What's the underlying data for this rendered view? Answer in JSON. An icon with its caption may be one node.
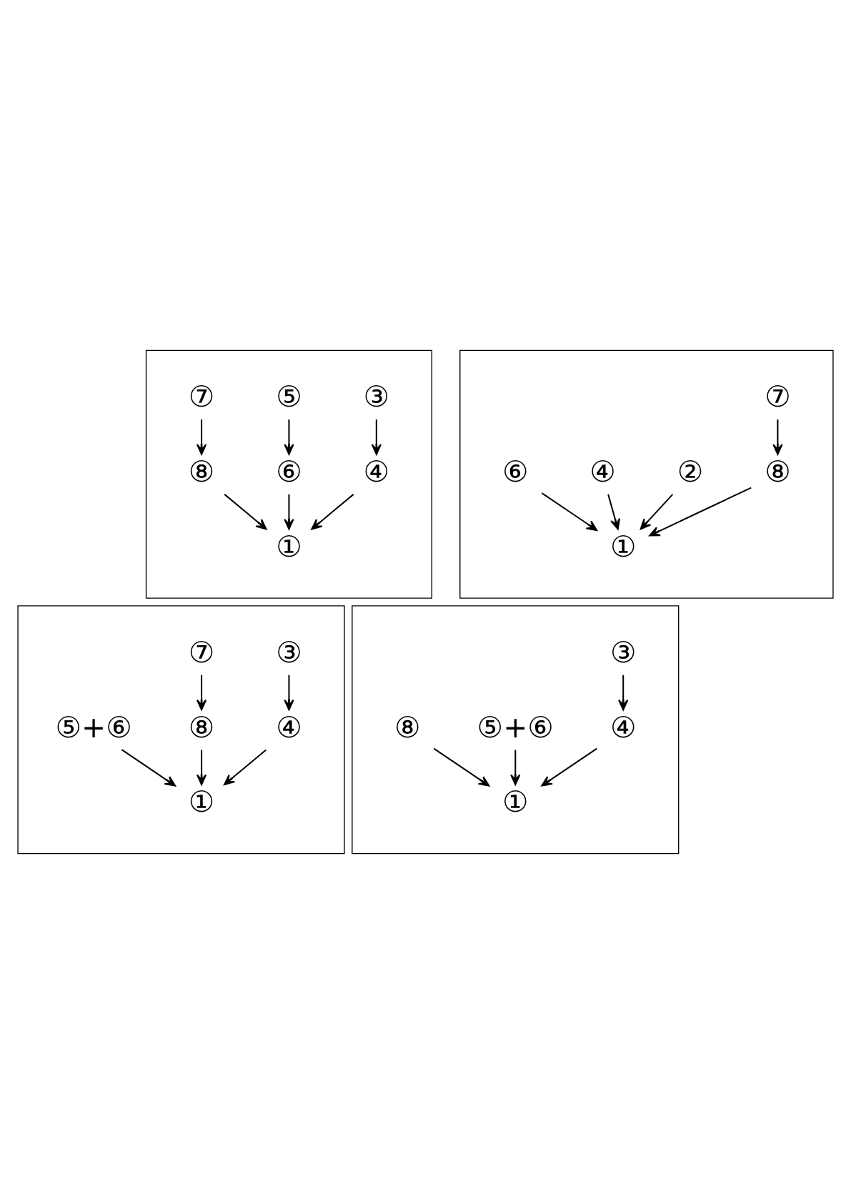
{
  "diagram": {
    "nodes": [
      {
        "text": [],
        "shape": "box"
      },
      {
        "text": [
          "③"
        ],
        "in": 0
      },
      {
        "text": [
          "⑤"
        ],
        "in": 0
      },
      {
        "text": [
          "⑦"
        ],
        "in": 0
      },
      {
        "text": [
          "④"
        ],
        "in": 0
      },
      {
        "text": [
          "⑥"
        ],
        "in": 0
      },
      {
        "text": [
          "⑧"
        ],
        "in": 0
      },
      {
        "text": [
          "①"
        ],
        "in": 0
      },
      {
        "text": [],
        "shape": "box"
      },
      {
        "text": [
          "⑦"
        ],
        "in": 8
      },
      {
        "text": [
          "②"
        ],
        "in": 8
      },
      {
        "text": [
          "④"
        ],
        "in": 8
      },
      {
        "text": [
          "⑥"
        ],
        "in": 8
      },
      {
        "text": [
          "⑧"
        ],
        "in": 8
      },
      {
        "text": [
          "①"
        ],
        "in": 8
      },
      {
        "text": [],
        "shape": "box"
      },
      {
        "text": [
          "③"
        ],
        "in": 15
      },
      {
        "text": [
          "⑦"
        ],
        "in": 15
      },
      {
        "text": [
          "④"
        ],
        "in": 15
      },
      {
        "text": [
          "⑤+⑥"
        ],
        "in": 15
      },
      {
        "text": [
          "⑧"
        ],
        "in": 15
      },
      {
        "text": [
          "①"
        ],
        "in": 15
      },
      {
        "text": [],
        "shape": "box"
      },
      {
        "text": [
          "③"
        ],
        "in": 22
      },
      {
        "text": [
          "④"
        ],
        "in": 22
      },
      {
        "text": [
          "⑤+⑥"
        ],
        "in": 22
      },
      {
        "text": [
          "⑧"
        ],
        "in": 22
      },
      {
        "text": [
          "①"
        ],
        "in": 22
      }
    ],
    "edges": [
      {
        "from": 1,
        "to": 4,
        "arrow": "to"
      },
      {
        "from": 2,
        "to": 5,
        "arrow": "to"
      },
      {
        "from": 3,
        "to": 6,
        "arrow": "to"
      },
      {
        "from": 4,
        "to": 7,
        "arrow": "to"
      },
      {
        "from": 5,
        "to": 7,
        "arrow": "to"
      },
      {
        "from": 6,
        "to": 7,
        "arrow": "to"
      },
      {
        "from": 9,
        "to": 13,
        "arrow": "to"
      },
      {
        "from": 10,
        "to": 14,
        "arrow": "to"
      },
      {
        "from": 11,
        "to": 14,
        "arrow": "to"
      },
      {
        "from": 12,
        "to": 14,
        "arrow": "to"
      },
      {
        "from": 13,
        "to": 14,
        "arrow": "to"
      },
      {
        "from": 16,
        "to": 18,
        "arrow": "to"
      },
      {
        "from": 17,
        "to": 20,
        "arrow": "to"
      },
      {
        "from": 18,
        "to": 21,
        "arrow": "to"
      },
      {
        "from": 19,
        "to": 21,
        "arrow": "to"
      },
      {
        "from": 20,
        "to": 21,
        "arrow": "to"
      },
      {
        "from": 23,
        "to": 24,
        "arrow": "to"
      },
      {
        "from": 24,
        "to": 27,
        "arrow": "to"
      },
      {
        "from": 25,
        "to": 27,
        "arrow": "to"
      },
      {
        "from": 26,
        "to": 27,
        "arrow": "to"
      }
    ]
  }
}
